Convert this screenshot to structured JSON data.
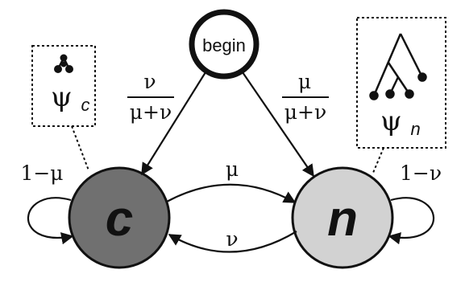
{
  "nodes": {
    "begin": {
      "label": "begin"
    },
    "c": {
      "label": "c",
      "fill": "#707070"
    },
    "n": {
      "label": "n",
      "fill": "#d2d2d2"
    }
  },
  "edges": {
    "begin_to_c": {
      "numerator": "ν",
      "denominator": "μ+ν"
    },
    "begin_to_n": {
      "numerator": "μ",
      "denominator": "μ+ν"
    },
    "c_to_n": {
      "label": "μ"
    },
    "n_to_c": {
      "label": "ν"
    },
    "c_self": {
      "label": "1−μ"
    },
    "n_self": {
      "label": "1−ν"
    }
  },
  "boxes": {
    "psi_c": {
      "symbol": "ψ",
      "subscript": "c"
    },
    "psi_n": {
      "symbol": "ψ",
      "subscript": "n"
    }
  },
  "colors": {
    "stroke": "#111111",
    "background": "#ffffff"
  }
}
